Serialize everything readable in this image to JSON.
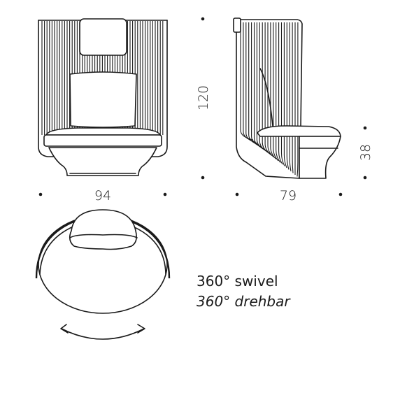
{
  "dimensions": {
    "width": "94",
    "depth": "79",
    "height": "120",
    "seat_height": "38"
  },
  "caption": {
    "line1": "360° swivel",
    "line2": "360° drehbar"
  }
}
